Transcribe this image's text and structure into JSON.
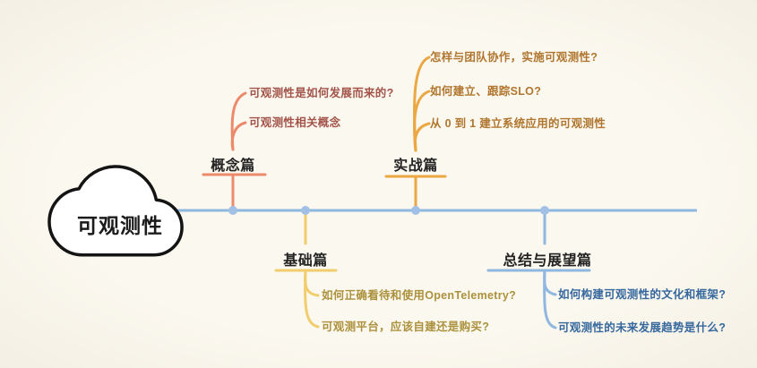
{
  "canvas": {
    "background": "#faf6ec",
    "timeline_color": "#8fb7e0",
    "node_dot_color": "#a2c0e5"
  },
  "mindmap": {
    "root": {
      "label": "可观测性"
    },
    "branches": [
      {
        "id": "concept",
        "label": "概念篇",
        "direction": "up",
        "line_color": "#ec8a6c",
        "text_color": "#a3544a",
        "items": [
          "可观测性是如何发展而来的?",
          "可观测性相关概念"
        ]
      },
      {
        "id": "practice",
        "label": "实战篇",
        "direction": "up",
        "line_color": "#eaa742",
        "text_color": "#b0762f",
        "items": [
          "怎样与团队协作，实施可观测性?",
          "如何建立、跟踪SLO?",
          "从 0 到 1 建立系统应用的可观测性"
        ]
      },
      {
        "id": "basics",
        "label": "基础篇",
        "direction": "down",
        "line_color": "#f1cd6d",
        "text_color": "#ac913d",
        "items": [
          "如何正确看待和使用OpenTelemetry?",
          "可观测平台，应该自建还是购买?"
        ]
      },
      {
        "id": "summary",
        "label": "总结与展望篇",
        "direction": "down",
        "line_color": "#8fb7e0",
        "text_color": "#36689e",
        "items": [
          "如何构建可观测性的文化和框架?",
          "可观测性的未来发展趋势是什么?"
        ]
      }
    ]
  }
}
